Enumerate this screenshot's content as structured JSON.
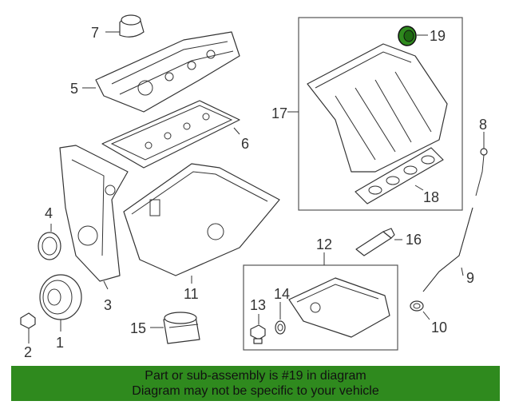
{
  "diagram": {
    "callouts": [
      "1",
      "2",
      "3",
      "4",
      "5",
      "6",
      "7",
      "8",
      "9",
      "10",
      "11",
      "12",
      "13",
      "14",
      "15",
      "16",
      "17",
      "18",
      "19"
    ],
    "highlight_color": "#2f8a1e",
    "highlighted_part": "19"
  },
  "banner": {
    "line1": "Part or sub-assembly is #19 in diagram",
    "line2": "Diagram may not be specific to your vehicle",
    "background": "#2f8a1e"
  }
}
